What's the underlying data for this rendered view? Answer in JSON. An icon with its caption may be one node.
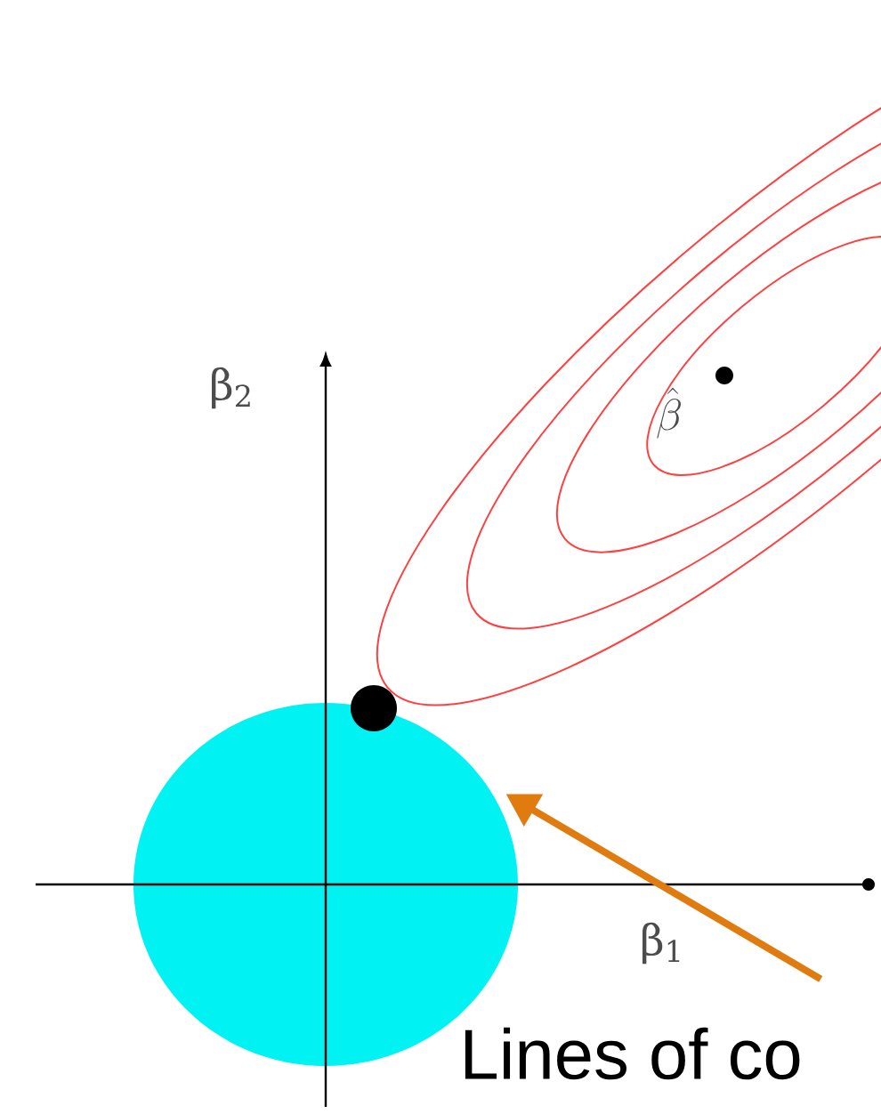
{
  "diagram": {
    "nodes": [
      {
        "text": [],
        "shape": "circle"
      },
      {
        "text": [
          "Lines of co"
        ]
      }
    ],
    "edges": [
      {
        "from": 1,
        "to": 0,
        "arrow": "to",
        "color": "#e07b10"
      }
    ],
    "labels": [
      "β$_{2}$",
      "\\hat{\\beta}",
      "β$_{1}$"
    ]
  }
}
